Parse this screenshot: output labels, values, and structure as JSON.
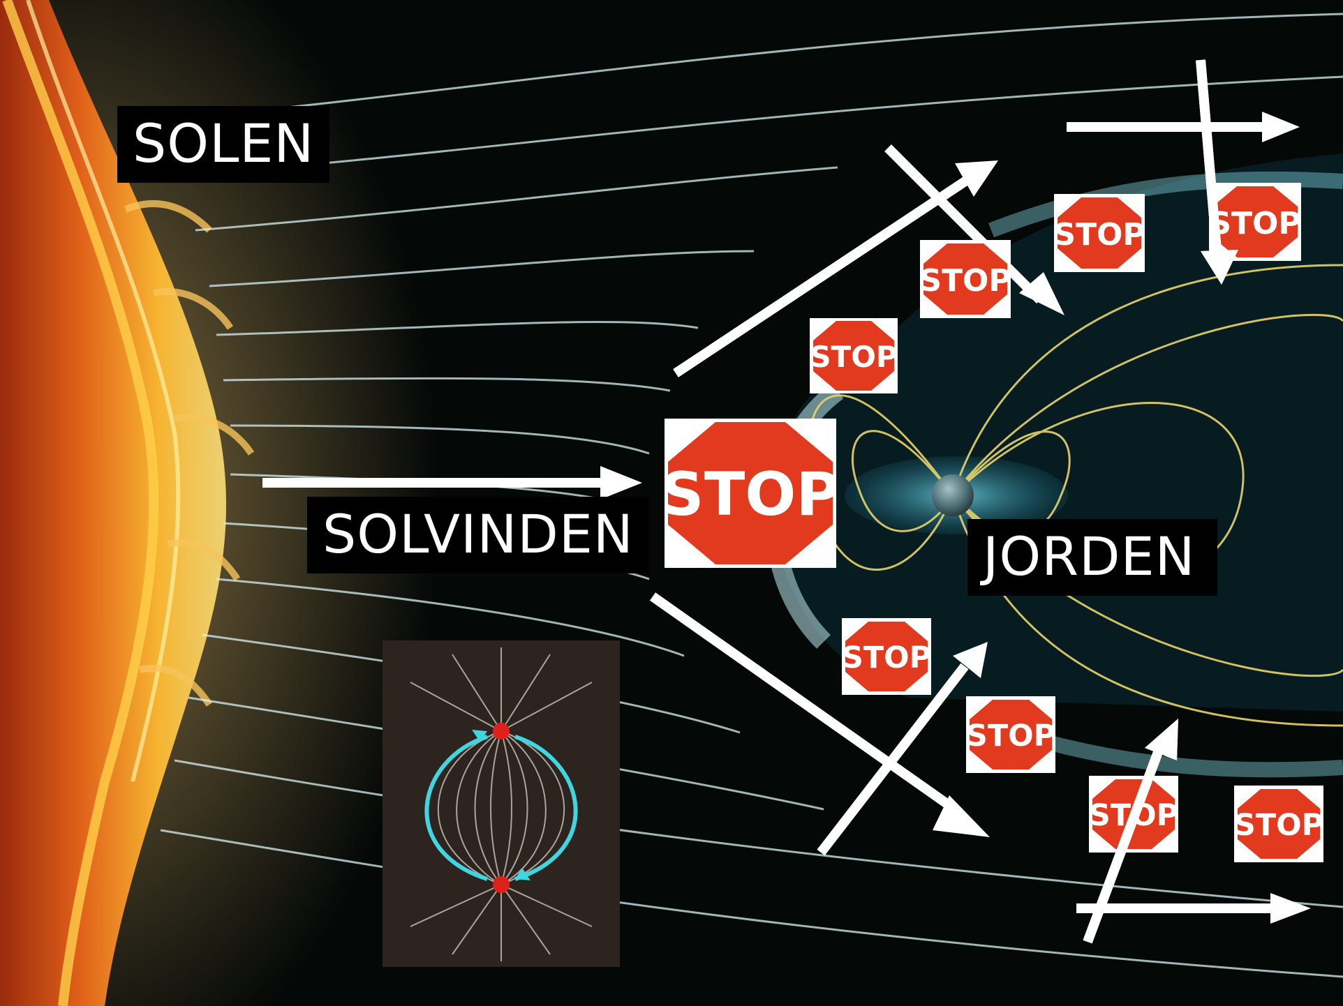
{
  "labels": {
    "sun": "SOLEN",
    "solar_wind": "SOLVINDEN",
    "earth": "JORDEN"
  },
  "stop_sign_text": "STOP",
  "colors": {
    "sun_core": "#f2a21b",
    "sun_dark": "#b8340e",
    "field_lines": "#cfe9ec",
    "magnetosphere": "#5fb8c8",
    "earth_field": "#e8d46a",
    "stop_red": "#e23a1e",
    "arrow": "#ffffff",
    "inset_arrow": "#3fd6e0",
    "inset_pole": "#e0201a"
  },
  "icons": [
    "stop-sign-icon",
    "arrow-icon",
    "sun-icon",
    "earth-icon",
    "bar-magnet-field-image"
  ]
}
